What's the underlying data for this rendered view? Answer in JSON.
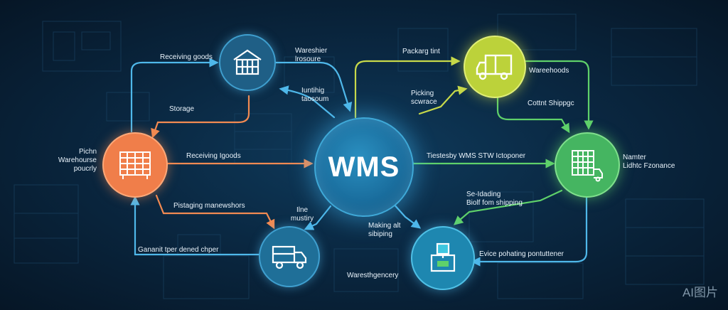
{
  "hub": {
    "label": "WMS"
  },
  "colors": {
    "blue": "#4fb8ea",
    "orange": "#f28a52",
    "green": "#5fd16a",
    "yellow": "#c7d94a",
    "navy": "#0a2842"
  },
  "nodes": [
    {
      "id": "top-left",
      "icon": "warehouse-icon",
      "color": "#1f5f86"
    },
    {
      "id": "left",
      "icon": "storage-rack-icon",
      "color": "#f07e4a"
    },
    {
      "id": "bottom-left",
      "icon": "delivery-truck-icon",
      "color": "#1f6f98"
    },
    {
      "id": "top-right",
      "icon": "truck-icon",
      "color": "#bcd23a"
    },
    {
      "id": "right",
      "icon": "shelving-icon",
      "color": "#45b561"
    },
    {
      "id": "bottom-right",
      "icon": "package-icon",
      "color": "#1e87b0"
    }
  ],
  "labels": {
    "receiving_goods_top": "Receiving goods",
    "warehouse_closure": "Wareshier\nlrosoure",
    "picking_tasks": "Iuntihig\ntaosoum",
    "storage": "Storage",
    "pichn_warehouse": "Pichn\nWarehourse\npoucrly",
    "receiving_goods_mid": "Receiving Igoods",
    "packaging_warehouse": "Pistaging manewshors",
    "line_mustry": "Ilne\nmustiry",
    "gananit": "Gananit tper dened chper",
    "making_shipping": "Making alt\nsibiping",
    "waresth_agency": "Waresthgencery",
    "packing_tint": "Packarg tint",
    "warehoods": "Wareehoods",
    "picking_software": "Picking\nscwrace",
    "cottnt_shipping": "Cottnt Shippgc",
    "tiestesly": "Tiestesby WMS STW Ictoponer",
    "namter": "Namter\nLidhtc Fzonance",
    "se_loading": "Se-Idading\nBiolf fom shipping",
    "evice": "Evice pohating pontuttener"
  },
  "watermark": "AI图片"
}
